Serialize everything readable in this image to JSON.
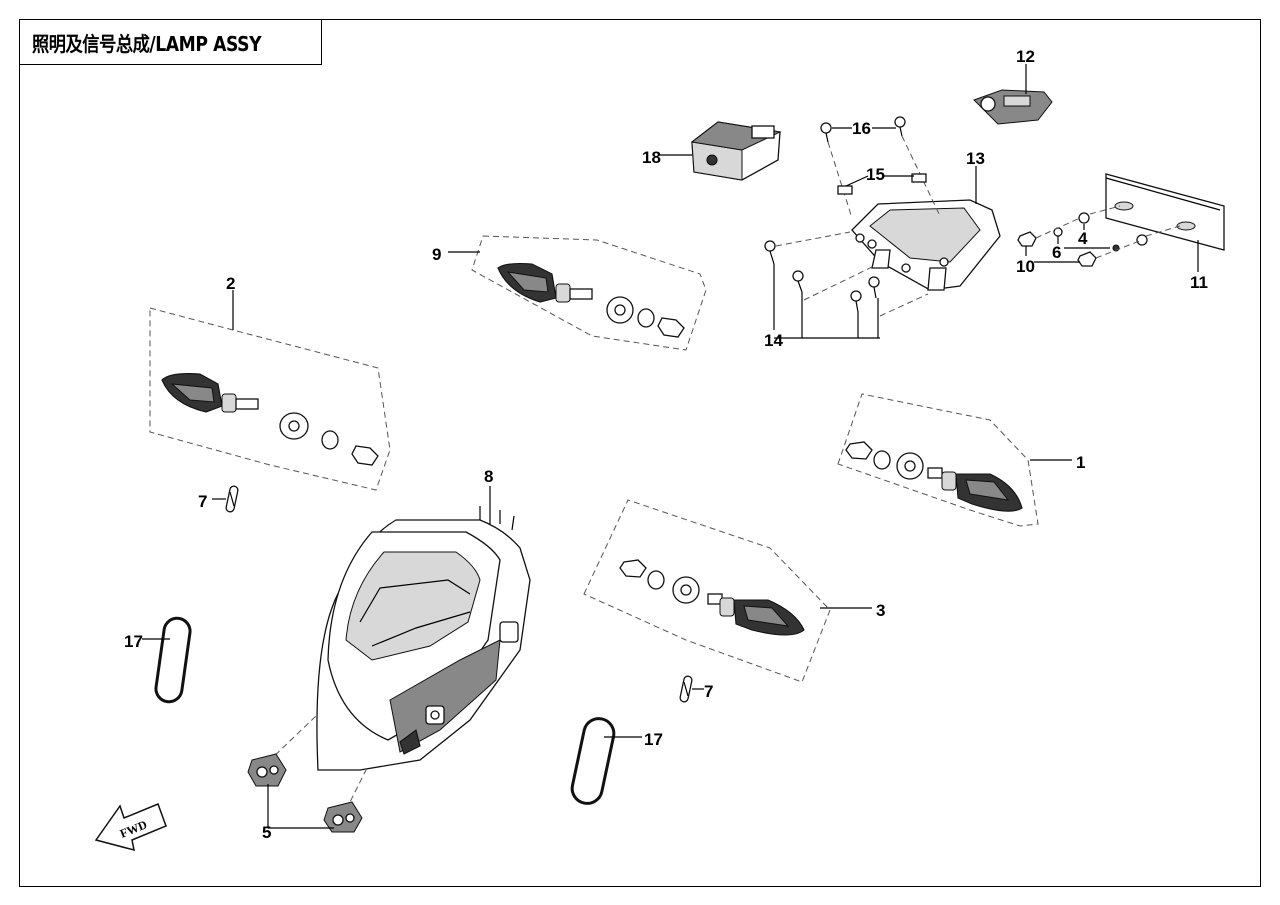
{
  "title": "照明及信号总成/LAMP ASSY",
  "callouts": {
    "c1": "1",
    "c2": "2",
    "c3": "3",
    "c4": "4",
    "c5": "5",
    "c6": "6",
    "c7a": "7",
    "c7b": "7",
    "c8": "8",
    "c9": "9",
    "c10": "10",
    "c11": "11",
    "c12": "12",
    "c13": "13",
    "c14": "14",
    "c15": "15",
    "c16": "16",
    "c17a": "17",
    "c17b": "17",
    "c18": "18"
  },
  "direction_arrow": {
    "label": "FWD"
  }
}
